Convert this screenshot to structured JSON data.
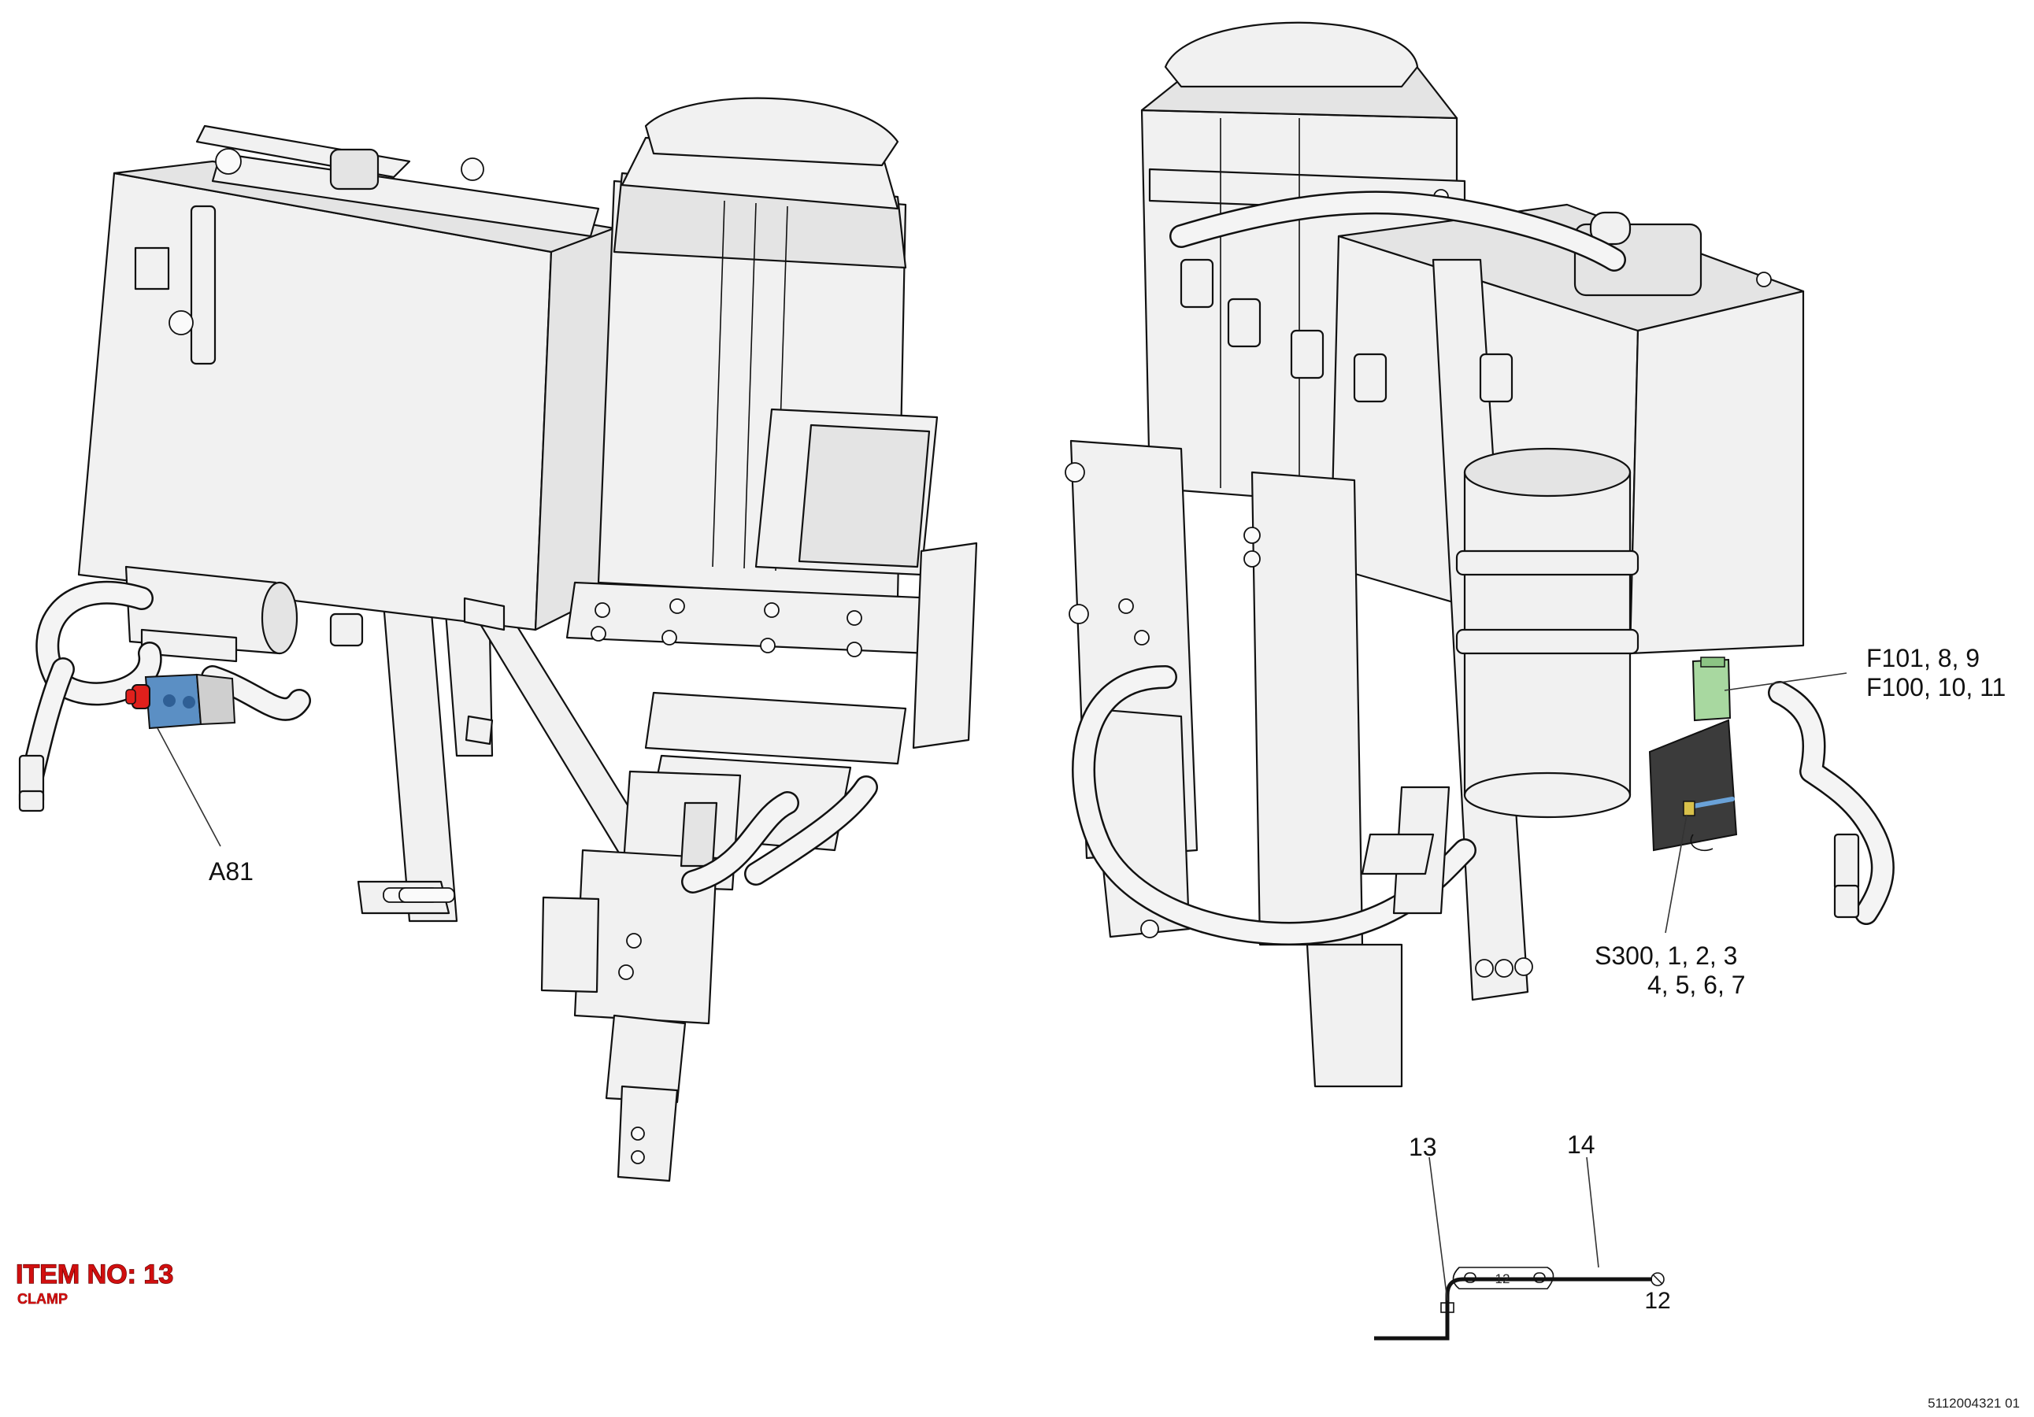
{
  "callouts": {
    "a81": "A81",
    "f101": "F101, 8, 9",
    "f100": "F100, 10, 11",
    "s300_line1": "S300, 1, 2, 3",
    "s300_line2": "4, 5, 6, 7",
    "c13": "13",
    "c14": "14",
    "clamp_size_label": "12",
    "clamp_side_label": "12"
  },
  "item": {
    "number": "ITEM NO: 13",
    "name": "CLAMP"
  },
  "document_number": "5112004321 01",
  "colors": {
    "highlight_blue": "#5b8fc4",
    "highlight_red": "#e0201c",
    "highlight_green": "#a8d8a0",
    "panel_dark": "#3b3b3b",
    "item_text": "#d10f0f"
  }
}
